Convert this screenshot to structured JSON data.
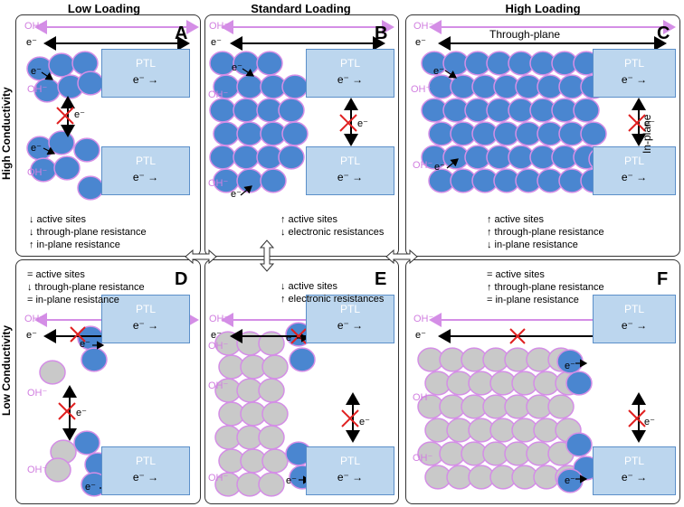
{
  "columns": [
    "Low Loading",
    "Standard Loading",
    "High Loading"
  ],
  "rows": [
    "High Conductivity",
    "Low Conductivity"
  ],
  "ptl_label": "PTL",
  "electron_arrow": "e⁻ →",
  "hydroxide_label": "OH⁻",
  "electron_label": "e⁻",
  "through_plane_label": "Through-plane",
  "in_plane_label": "In-plane",
  "panels": {
    "A": {
      "label": "A",
      "notes": [
        "↓ active sites",
        "↓ through-plane resistance",
        "↑ in-plane resistance"
      ]
    },
    "B": {
      "label": "B",
      "notes": [
        "↑ active sites",
        "↓ electronic resistances"
      ]
    },
    "C": {
      "label": "C",
      "notes": [
        "↑ active sites",
        "↑ through-plane resistance",
        "↓ in-plane resistance"
      ]
    },
    "D": {
      "label": "D",
      "notes": [
        "= active sites",
        "↓ through-plane resistance",
        "= in-plane resistance"
      ]
    },
    "E": {
      "label": "E",
      "notes": [
        "↓ active sites",
        "↑ electronic resistances"
      ]
    },
    "F": {
      "label": "F",
      "notes": [
        "= active sites",
        "↑ through-plane resistance",
        "= in-plane resistance"
      ]
    }
  },
  "colors": {
    "blue_particle": "#4a86d0",
    "gray_particle": "#c9c9c9",
    "outline": "#d48ee6",
    "ptl": "#bcd6ee",
    "cross": "#e02020"
  }
}
